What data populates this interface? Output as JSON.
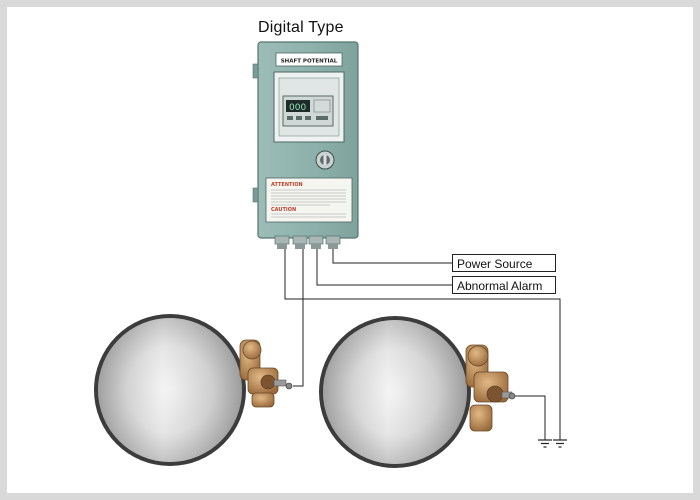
{
  "diagram": {
    "title": "Digital Type",
    "panel_plate": "SHAFT POTENTIAL",
    "caution_heading": "ATTENTION",
    "caution_subheading": "CAUTION",
    "labels": {
      "power_source": "Power Source",
      "abnormal_alarm": "Abnormal Alarm"
    }
  },
  "colors": {
    "panel": "#8fb2ad",
    "panel_dark": "#6f928d",
    "brass": "#b98a57",
    "shaft_light": "#f2f2f2",
    "shaft_dark": "#8c8c8c",
    "wire": "#222222"
  }
}
